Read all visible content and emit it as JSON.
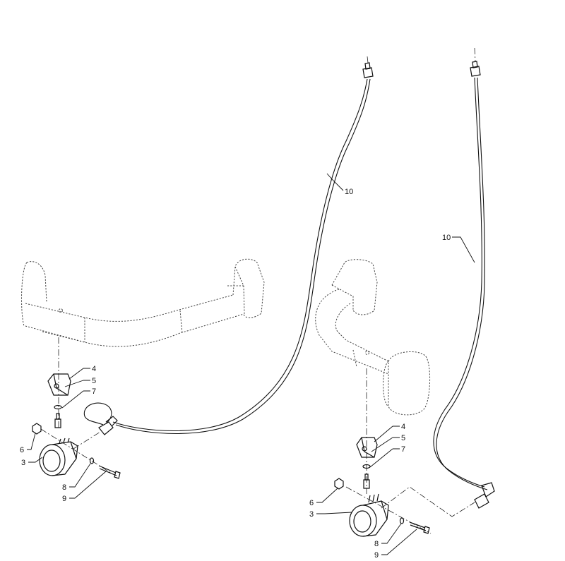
{
  "diagram": {
    "colors": {
      "line": "#111111",
      "ghost": "#444444",
      "background": "#ffffff"
    },
    "callouts": {
      "left_view": {
        "part_4": "4",
        "part_5": "5",
        "part_7": "7",
        "part_6": "6",
        "part_3": "3",
        "part_8": "8",
        "part_9": "9",
        "part_10": "10"
      },
      "right_view": {
        "part_4": "4",
        "part_5": "5",
        "part_7": "7",
        "part_6": "6",
        "part_3": "3",
        "part_8": "8",
        "part_9": "9",
        "part_10": "10"
      }
    }
  }
}
